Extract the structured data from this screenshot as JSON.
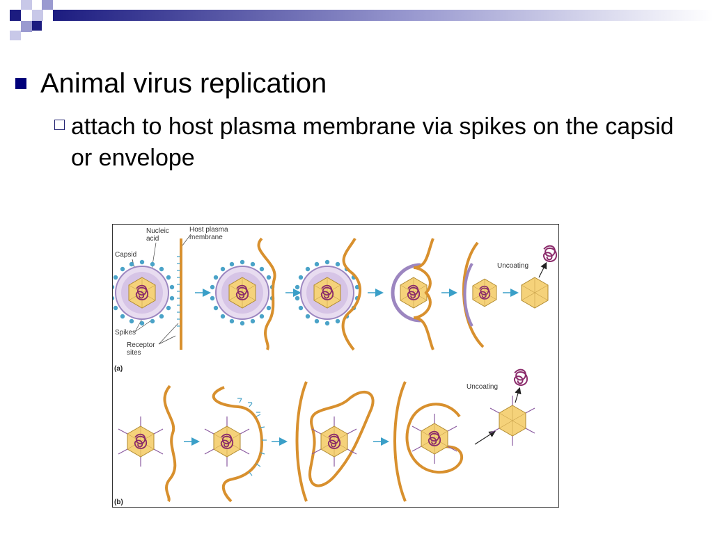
{
  "slide": {
    "title": "Animal virus replication",
    "subtitle": "attach to host plasma membrane via spikes on the capsid or envelope"
  },
  "colors": {
    "title_bar": "#1c1c80",
    "bullet_l1": "#00007a",
    "membrane": "#d8902e",
    "spikes": "#4aa3c8",
    "envelope": "#c8b4dc",
    "capsid": "#f5d27a",
    "nucleic_acid": "#8a2a6a",
    "arrow": "#3a9fc8"
  },
  "figure": {
    "labels": {
      "nucleic_acid_line1": "Nucleic",
      "nucleic_acid_line2": "acid",
      "host_membrane_line1": "Host plasma",
      "host_membrane_line2": "membrane",
      "capsid": "Capsid",
      "spikes": "Spikes",
      "receptor_line1": "Receptor",
      "receptor_line2": "sites",
      "uncoating_a": "Uncoating",
      "uncoating_b": "Uncoating",
      "panel_a": "(a)",
      "panel_b": "(b)"
    }
  }
}
